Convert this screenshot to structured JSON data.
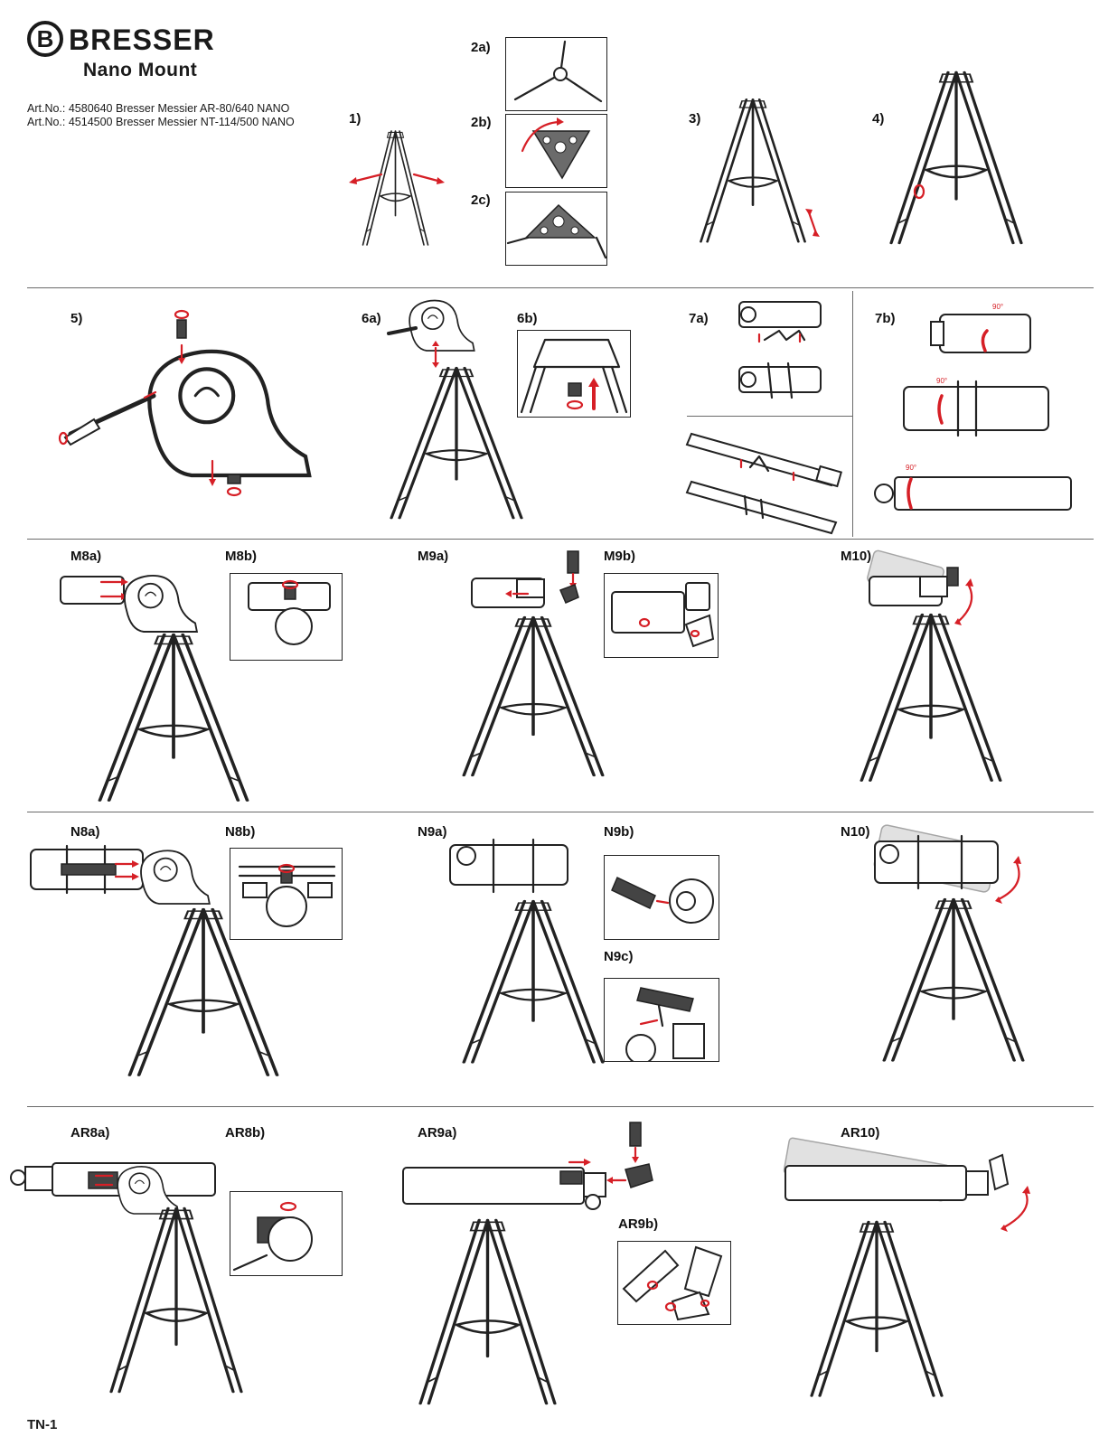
{
  "header": {
    "brand": "BRESSER",
    "brand_letter": "B",
    "subtitle": "Nano Mount",
    "art_numbers": [
      "Art.No.: 4580640 Bresser Messier AR-80/640 NANO",
      "Art.No.: 4514500 Bresser Messier NT-114/500 NANO"
    ]
  },
  "steps": {
    "s1": "1)",
    "s2a": "2a)",
    "s2b": "2b)",
    "s2c": "2c)",
    "s3": "3)",
    "s4": "4)",
    "s5": "5)",
    "s6a": "6a)",
    "s6b": "6b)",
    "s7a": "7a)",
    "s7b": "7b)",
    "m8a": "M8a)",
    "m8b": "M8b)",
    "m9a": "M9a)",
    "m9b": "M9b)",
    "m10": "M10)",
    "n8a": "N8a)",
    "n8b": "N8b)",
    "n9a": "N9a)",
    "n9b": "N9b)",
    "n9c": "N9c)",
    "n10": "N10)",
    "ar8a": "AR8a)",
    "ar8b": "AR8b)",
    "ar9a": "AR9a)",
    "ar9b": "AR9b)",
    "ar10": "AR10)"
  },
  "rotation_labels": [
    "90°",
    "90°",
    "90°"
  ],
  "colors": {
    "accent": "#d61f26",
    "ink": "#1a1a1a",
    "rule": "#6a6a6a"
  },
  "footer": {
    "code": "TN-1"
  }
}
